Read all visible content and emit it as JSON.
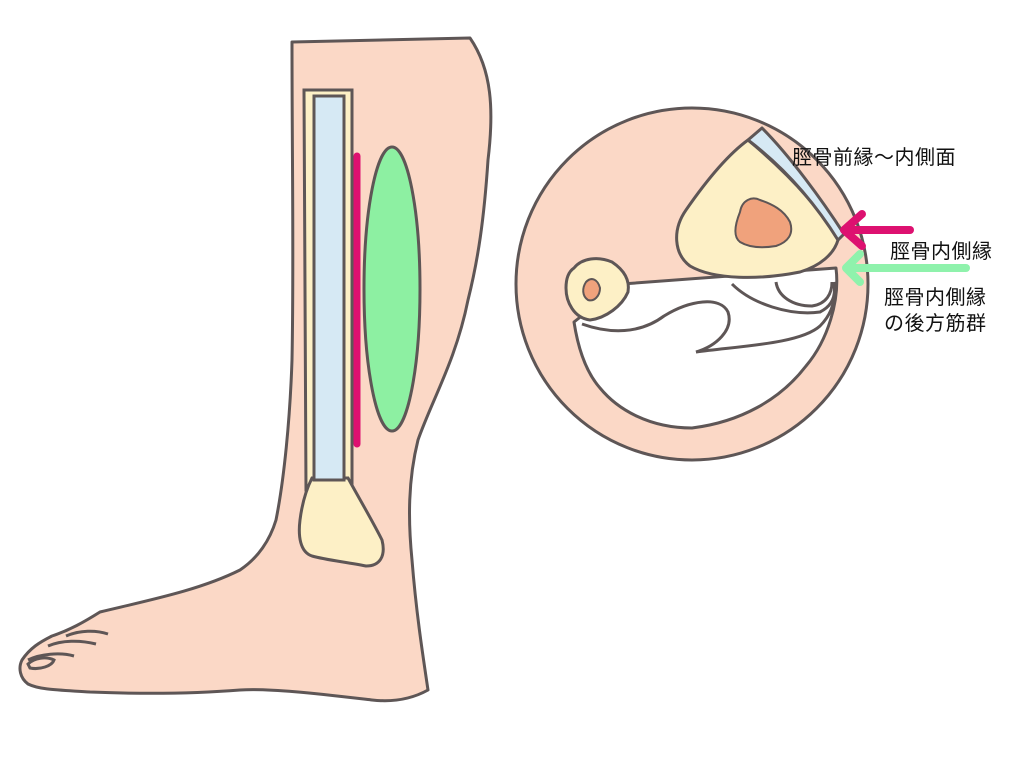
{
  "labels": {
    "anterior_medial": "脛骨前縁～内側面",
    "medial_border": "脛骨内側縁",
    "posterior_line1": "脛骨内側縁",
    "posterior_line2": "の後方筋群"
  },
  "colors": {
    "skin": "#fbd8c6",
    "outline": "#5e5656",
    "bone": "#fdf0c6",
    "periosteum": "#d6e9f4",
    "marrow": "#f0a27c",
    "muscle_white": "#ffffff",
    "muscle_green": "#8df0a2",
    "accent_magenta": "#dd1170",
    "accent_green": "#8ff2ac"
  }
}
